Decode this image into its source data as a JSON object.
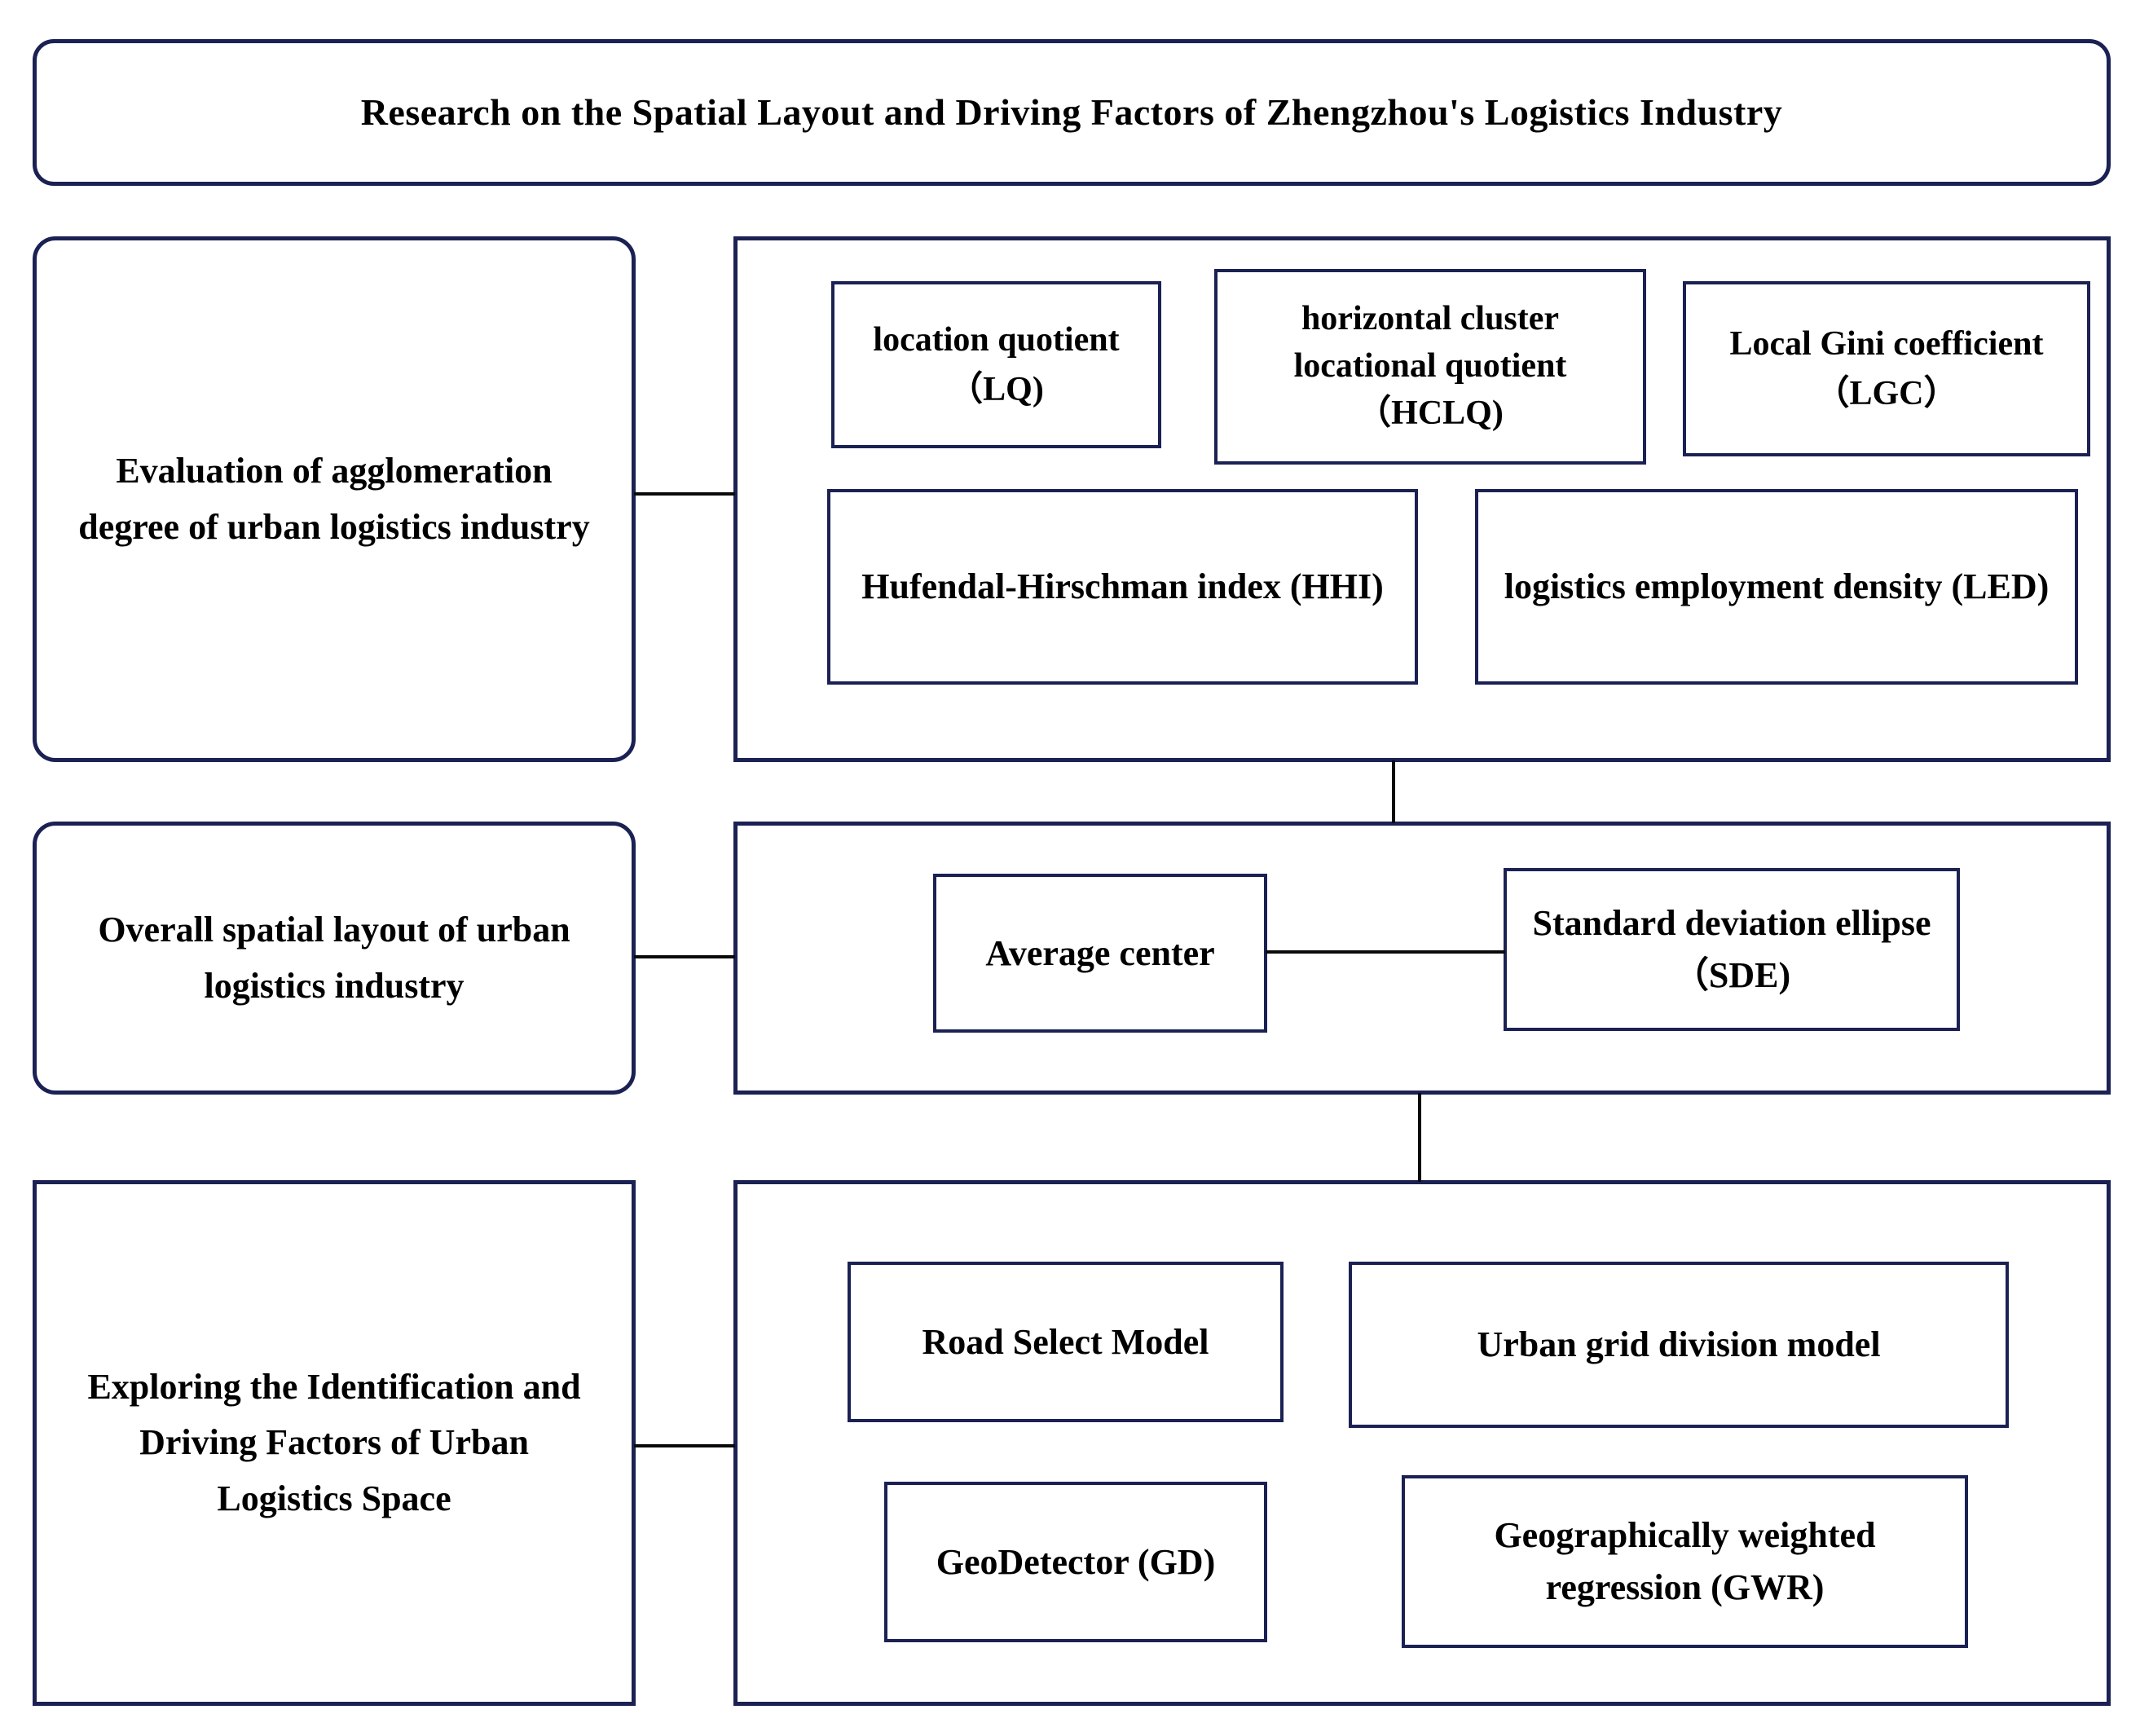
{
  "title": {
    "label": "Research on the Spatial Layout and Driving Factors of Zhengzhou's Logistics Industry"
  },
  "style": {
    "border_color": "#1b2153",
    "connector_color": "#0a0a0a",
    "text_color": "#000000",
    "background_color": "#ffffff"
  },
  "sections": [
    {
      "left_label": "Evaluation of agglomeration degree of urban logistics industry",
      "methods": [
        {
          "label": "location quotient（LQ)"
        },
        {
          "label": "horizontal cluster locational quotient（HCLQ)"
        },
        {
          "label": "Local Gini coefficient（LGC）"
        },
        {
          "label": "Hufendal-Hirschman index (HHI)"
        },
        {
          "label": "logistics employment density (LED)"
        }
      ]
    },
    {
      "left_label": "Overall spatial layout of urban logistics industry",
      "methods": [
        {
          "label": "Average center"
        },
        {
          "label": "Standard deviation ellipse（SDE)"
        }
      ]
    },
    {
      "left_label": "Exploring the Identification and Driving Factors of Urban Logistics Space",
      "methods": [
        {
          "label": "Road Select Model"
        },
        {
          "label": "Urban grid division model"
        },
        {
          "label": "GeoDetector (GD)"
        },
        {
          "label": "Geographically weighted regression (GWR)"
        }
      ]
    }
  ]
}
